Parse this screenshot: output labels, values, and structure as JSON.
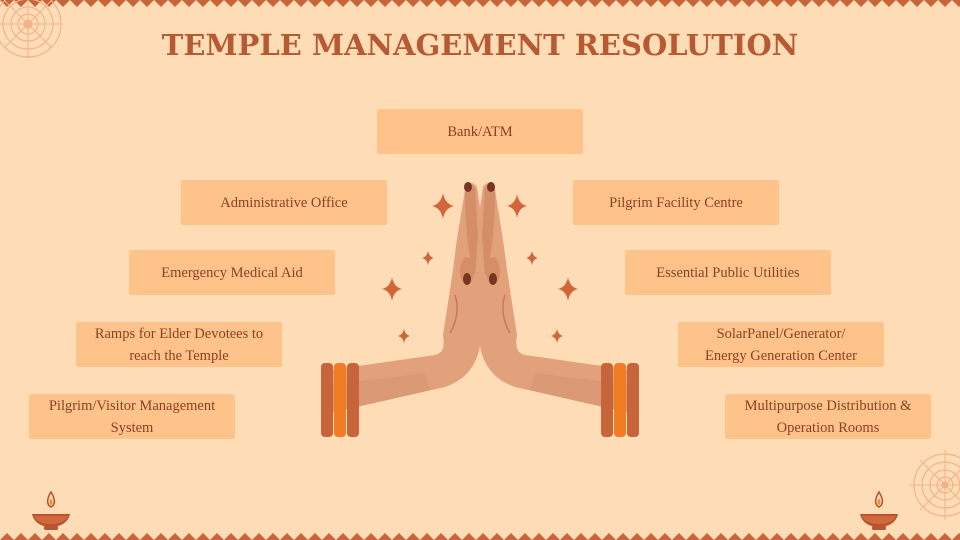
{
  "title": "TEMPLE MANAGEMENT RESOLUTION",
  "colors": {
    "background": "#fedcb6",
    "box": "#fec38a",
    "text": "#8f3e22",
    "title": "#b75a33",
    "accent": "#c65c34"
  },
  "boxes": {
    "bank": "Bank/ATM",
    "admin": "Administrative Office",
    "pilgrim_facility": "Pilgrim Facility Centre",
    "medical": "Emergency Medical Aid",
    "utilities": "Essential Public Utilities",
    "ramps_1": "Ramps for Elder Devotees to",
    "ramps_2": "reach the Temple",
    "solar_1": "SolarPanel/Generator/",
    "solar_2": "Energy Generation Center",
    "visitor_1": "Pilgrim/Visitor Management",
    "visitor_2": "System",
    "distribution_1": "Multipurpose Distribution &",
    "distribution_2": "Operation Rooms"
  },
  "icons": [
    "praying-hands-icon",
    "sparkle-icon",
    "diya-lamp-icon",
    "mandala-icon"
  ]
}
